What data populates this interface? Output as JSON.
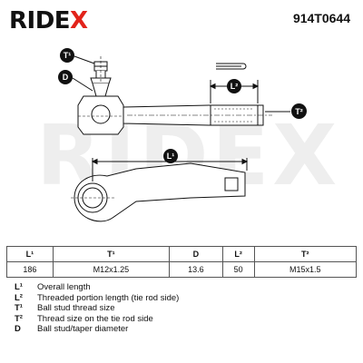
{
  "header": {
    "brand": "RIDEX",
    "part_number": "914T0644"
  },
  "drawing": {
    "callouts": {
      "t1": "T¹",
      "d": "D",
      "l2": "L²",
      "t2": "T²",
      "l1": "L¹"
    },
    "watermark": "RIDEX"
  },
  "specs": {
    "headers": [
      "L¹",
      "T¹",
      "D",
      "L²",
      "T²"
    ],
    "values": [
      "186",
      "M12x1.25",
      "13.6",
      "50",
      "M15x1.5"
    ]
  },
  "legend": [
    {
      "code": "L¹",
      "text": "Overall length"
    },
    {
      "code": "L²",
      "text": "Threaded portion length (tie rod side)"
    },
    {
      "code": "T¹",
      "text": "Ball stud thread size"
    },
    {
      "code": "T²",
      "text": "Thread size on the tie rod side"
    },
    {
      "code": "D",
      "text": "Ball stud/taper diameter"
    }
  ]
}
